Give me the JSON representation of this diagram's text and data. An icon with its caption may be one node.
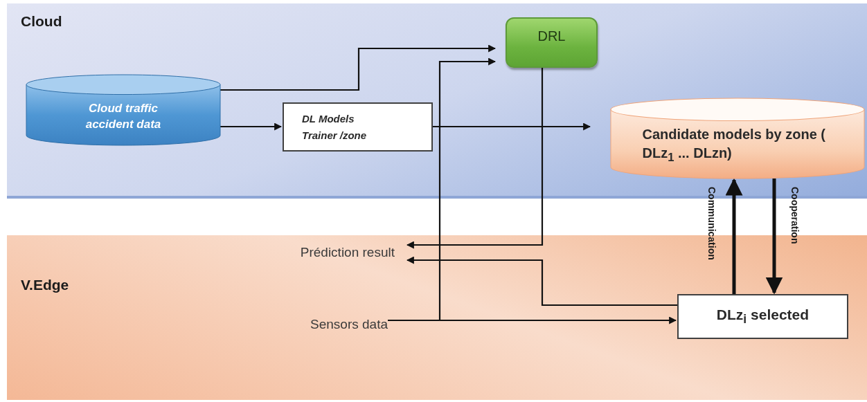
{
  "diagram": {
    "nodes": [
      {
        "text": [
          "Cloud"
        ]
      },
      {
        "text": [
          "Cloud traffic accident data"
        ],
        "in": 0
      },
      {
        "text": [
          "DL Models Trainer /zone"
        ],
        "in": 0
      },
      {
        "text": [
          "DRL"
        ],
        "in": 0
      },
      {
        "text": [
          "Candidate models by zone ( DLz$_{1}$ ... DLzn)"
        ],
        "in": 0
      },
      {
        "text": [
          "V.Edge"
        ]
      },
      {
        "text": [
          "Prédiction result"
        ],
        "in": 5
      },
      {
        "text": [
          "Sensors data"
        ],
        "in": 5
      },
      {
        "text": [
          "DLz$_{i}$ selected"
        ],
        "in": 5
      }
    ],
    "edges": [
      {
        "from": 1,
        "to": 3,
        "arrow": "to"
      },
      {
        "from": 1,
        "to": 2,
        "arrow": "to"
      },
      {
        "from": 2,
        "to": 4,
        "arrow": "to"
      },
      {
        "from": 7,
        "to": 3,
        "arrow": "to"
      },
      {
        "from": 7,
        "to": 8,
        "arrow": "to"
      },
      {
        "from": 3,
        "to": 6,
        "arrow": "to"
      },
      {
        "from": 8,
        "to": 6,
        "arrow": "to"
      },
      {
        "from": 8,
        "to": 4,
        "arrow": "to",
        "label": "Communication",
        "style": "thick"
      },
      {
        "from": 4,
        "to": 8,
        "arrow": "to",
        "label": "Cooperation",
        "style": "thick"
      }
    ]
  }
}
